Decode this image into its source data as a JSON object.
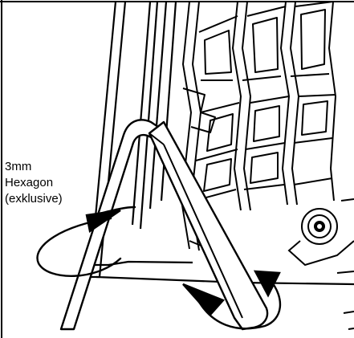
{
  "caption": {
    "line1": "3mm",
    "line2": "Hexagon",
    "line3": "(exklusive)"
  },
  "colors": {
    "ink": "#000000",
    "paper": "#ffffff"
  },
  "parts": {
    "tool_icon": "hex-key-icon",
    "rotation_icon": "rotation-arrow-icon"
  }
}
